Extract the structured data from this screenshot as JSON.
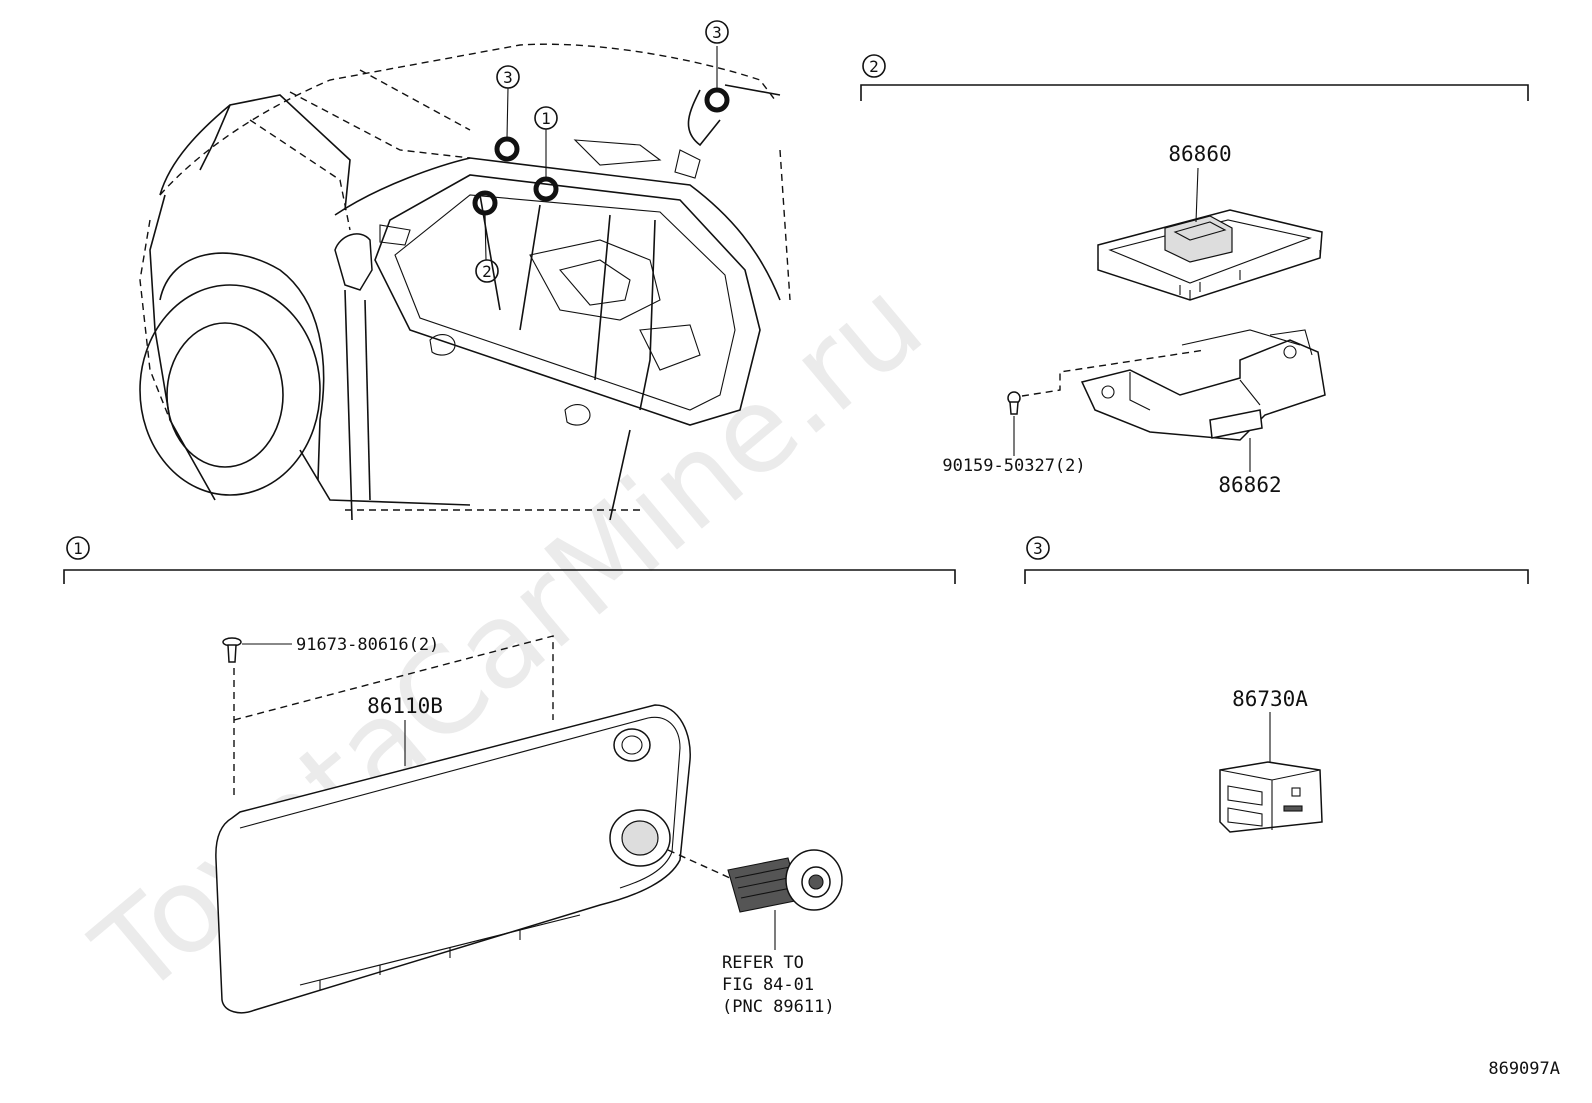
{
  "watermark": "ToyotaCarMine.ru",
  "diagram_id": "869097A",
  "overview_callouts": [
    "3",
    "3",
    "1",
    "2"
  ],
  "sections": [
    {
      "id": "2",
      "parts": [
        "86860",
        "86862",
        "90159-50327(2)"
      ]
    },
    {
      "id": "1",
      "parts": [
        "86110B",
        "91673-80616(2)"
      ],
      "refer": [
        "REFER TO",
        "FIG 84-01",
        "(PNC 89611)"
      ]
    },
    {
      "id": "3",
      "parts": [
        "86730A"
      ]
    }
  ]
}
